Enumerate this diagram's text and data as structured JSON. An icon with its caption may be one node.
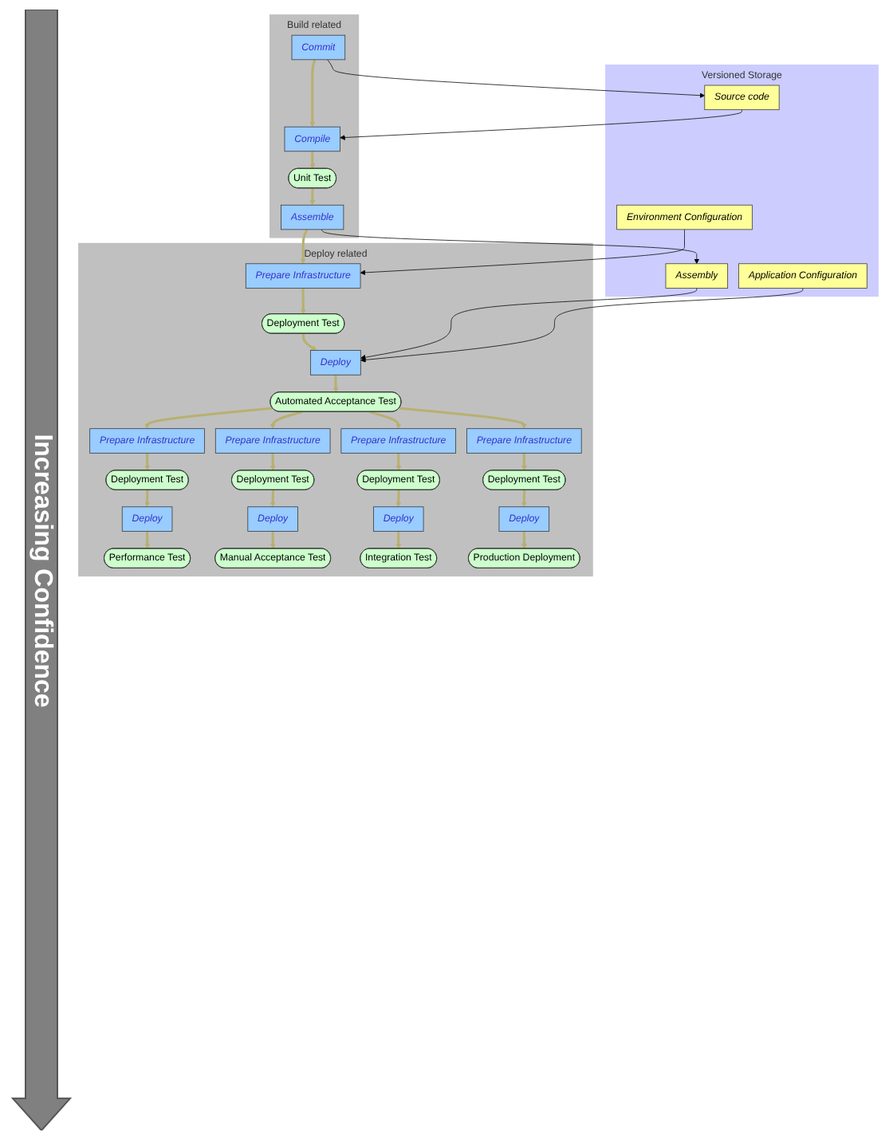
{
  "diagram": {
    "nodes": [
      {
        "text": [
          "Build related"
        ]
      },
      {
        "text": [
          "Commit"
        ],
        "in": 0
      },
      {
        "text": [
          "Compile"
        ],
        "in": 0
      },
      {
        "text": [
          "Unit Test"
        ],
        "in": 0
      },
      {
        "text": [
          "Assemble"
        ],
        "in": 0
      },
      {
        "text": [
          "Versioned Storage"
        ]
      },
      {
        "text": [
          "Source code"
        ],
        "in": 5
      },
      {
        "text": [
          "Assembly"
        ],
        "in": 5
      },
      {
        "text": [
          "Environment Configuration"
        ],
        "in": 5
      },
      {
        "text": [
          "Application Configuration"
        ],
        "in": 5
      },
      {
        "text": [
          "Deploy related"
        ]
      },
      {
        "text": [
          "Prepare Infrastructure"
        ],
        "in": 10
      },
      {
        "text": [
          "Deployment Test"
        ],
        "in": 10
      },
      {
        "text": [
          "Deploy"
        ],
        "in": 10
      },
      {
        "text": [
          "Automated Acceptance Test"
        ],
        "in": 10
      },
      {
        "text": [
          "Prepare Infrastructure"
        ],
        "in": 10
      },
      {
        "text": [
          "Deployment Test"
        ],
        "in": 10
      },
      {
        "text": [
          "Deploy"
        ],
        "in": 10
      },
      {
        "text": [
          "Performance Test"
        ],
        "in": 10
      },
      {
        "text": [
          "Prepare Infrastructure"
        ],
        "in": 10
      },
      {
        "text": [
          "Deployment Test"
        ],
        "in": 10
      },
      {
        "text": [
          "Deploy"
        ],
        "in": 10
      },
      {
        "text": [
          "Manual Acceptance Test"
        ],
        "in": 10
      },
      {
        "text": [
          "Prepare Infrastructure"
        ],
        "in": 10
      },
      {
        "text": [
          "Deployment Test"
        ],
        "in": 10
      },
      {
        "text": [
          "Deploy"
        ],
        "in": 10
      },
      {
        "text": [
          "Integration Test"
        ],
        "in": 10
      },
      {
        "text": [
          "Prepare Infrastructure"
        ],
        "in": 10
      },
      {
        "text": [
          "Deployment Test"
        ],
        "in": 10
      },
      {
        "text": [
          "Deploy"
        ],
        "in": 10
      },
      {
        "text": [
          "Production Deployment"
        ],
        "in": 10
      }
    ],
    "edges": [
      {
        "from": 1,
        "to": 2,
        "arrow": "to"
      },
      {
        "from": 2,
        "to": 3,
        "arrow": "to"
      },
      {
        "from": 3,
        "to": 4,
        "arrow": "to"
      },
      {
        "from": 4,
        "to": 11,
        "arrow": "to"
      },
      {
        "from": 11,
        "to": 12,
        "arrow": "to"
      },
      {
        "from": 12,
        "to": 13,
        "arrow": "to"
      },
      {
        "from": 13,
        "to": 14,
        "arrow": "to"
      },
      {
        "from": 14,
        "to": 15,
        "arrow": "to"
      },
      {
        "from": 14,
        "to": 19,
        "arrow": "to"
      },
      {
        "from": 14,
        "to": 23,
        "arrow": "to"
      },
      {
        "from": 14,
        "to": 27,
        "arrow": "to"
      },
      {
        "from": 15,
        "to": 16,
        "arrow": "to"
      },
      {
        "from": 16,
        "to": 17,
        "arrow": "to"
      },
      {
        "from": 17,
        "to": 18,
        "arrow": "to"
      },
      {
        "from": 19,
        "to": 20,
        "arrow": "to"
      },
      {
        "from": 20,
        "to": 21,
        "arrow": "to"
      },
      {
        "from": 21,
        "to": 22,
        "arrow": "to"
      },
      {
        "from": 23,
        "to": 24,
        "arrow": "to"
      },
      {
        "from": 24,
        "to": 25,
        "arrow": "to"
      },
      {
        "from": 25,
        "to": 26,
        "arrow": "to"
      },
      {
        "from": 27,
        "to": 28,
        "arrow": "to"
      },
      {
        "from": 28,
        "to": 29,
        "arrow": "to"
      },
      {
        "from": 29,
        "to": 30,
        "arrow": "to"
      },
      {
        "from": 1,
        "to": 6,
        "arrow": "to",
        "color": "#000000"
      },
      {
        "from": 6,
        "to": 2,
        "arrow": "to",
        "color": "#000000"
      },
      {
        "from": 4,
        "to": 7,
        "arrow": "to",
        "color": "#000000"
      },
      {
        "from": 8,
        "to": 11,
        "arrow": "to",
        "color": "#000000"
      },
      {
        "from": 7,
        "to": 13,
        "arrow": "to",
        "color": "#000000"
      },
      {
        "from": 9,
        "to": 13,
        "arrow": "to",
        "color": "#000000"
      }
    ],
    "labels": [
      "Increasing Confidence"
    ]
  }
}
